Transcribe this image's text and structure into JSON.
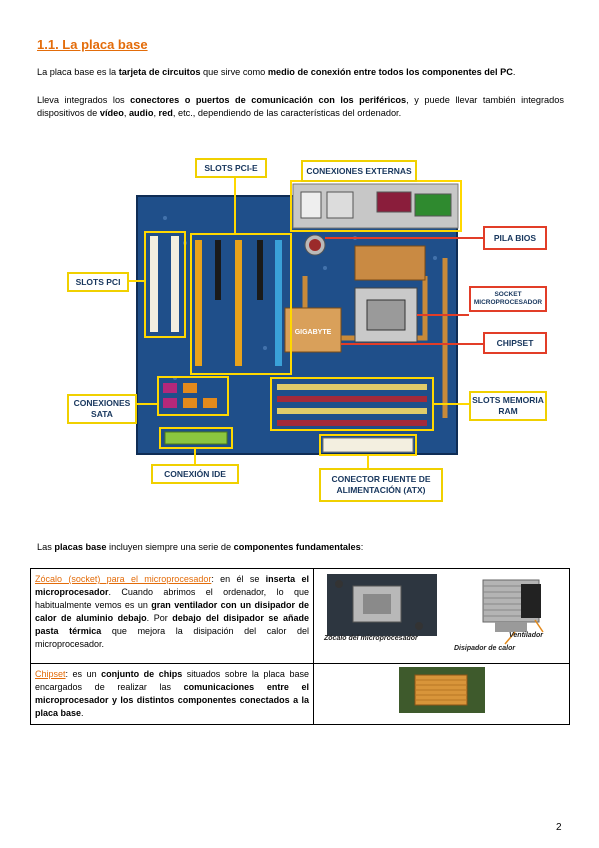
{
  "title": "1.1. La placa base",
  "intro": {
    "t1": "La placa base es la ",
    "b1": "tarjeta de circuitos",
    "t2": " que sirve como ",
    "b2": "medio de conexión entre todos los componentes del PC",
    "t3": "."
  },
  "integrated": {
    "t1": "Lleva integrados los ",
    "b1": "conectores o puertos de comunicación con los periféricos",
    "t2": ", y puede llevar también integrados dispositivos de ",
    "b2": "vídeo",
    "t3": ", ",
    "b3": "audio",
    "t4": ", ",
    "b4": "red",
    "t5": ", etc., dependiendo de las características del ordenador."
  },
  "figure": {
    "board_brand": "GIGABYTE",
    "labels": {
      "slots_pcie": "SLOTS PCI-E",
      "conexiones_externas": "CONEXIONES EXTERNAS",
      "pila_bios": "PILA BIOS",
      "slots_pci": "SLOTS PCI",
      "socket": "SOCKET MICROPROCESADOR",
      "chipset": "CHIPSET",
      "conexiones_sata": "CONEXIONES SATA",
      "slots_ram": "SLOTS MEMORIA RAM",
      "conexion_ide": "CONEXIÓN IDE",
      "conector_fuente": "CONECTOR FUENTE DE ALIMENTACIÓN (ATX)"
    }
  },
  "components_intro": {
    "t1": "Las ",
    "b1": "placas base",
    "t2": " incluyen siempre una serie de ",
    "b2": "componentes fundamentales",
    "t3": ":"
  },
  "rows": [
    {
      "ref": "Zócalo (socket) para el microprocesador",
      "t1": ": en él se ",
      "b1": "inserta el microprocesador",
      "t2": ". Cuando abrimos el ordenador, lo que habitualmente vemos es un ",
      "b2": "gran ventilador con un disipador de calor de aluminio debajo",
      "t3": ". Por ",
      "b3": "debajo del disipador se añade pasta térmica",
      "t4": " que mejora la disipación del calor del microprocesador.",
      "captions": {
        "zocalo": "Zócalo del microprocesador",
        "ventilador": "Ventilador",
        "disipador": "Disipador de calor"
      }
    },
    {
      "ref": "Chipset",
      "t1": ": es un ",
      "b1": "conjunto de chips",
      "t2": " situados sobre la placa base encargados de realizar las ",
      "b2": "comunicaciones entre el microprocesador y los distintos componentes conectados a la placa base",
      "t3": "."
    }
  ],
  "page_number": "2"
}
